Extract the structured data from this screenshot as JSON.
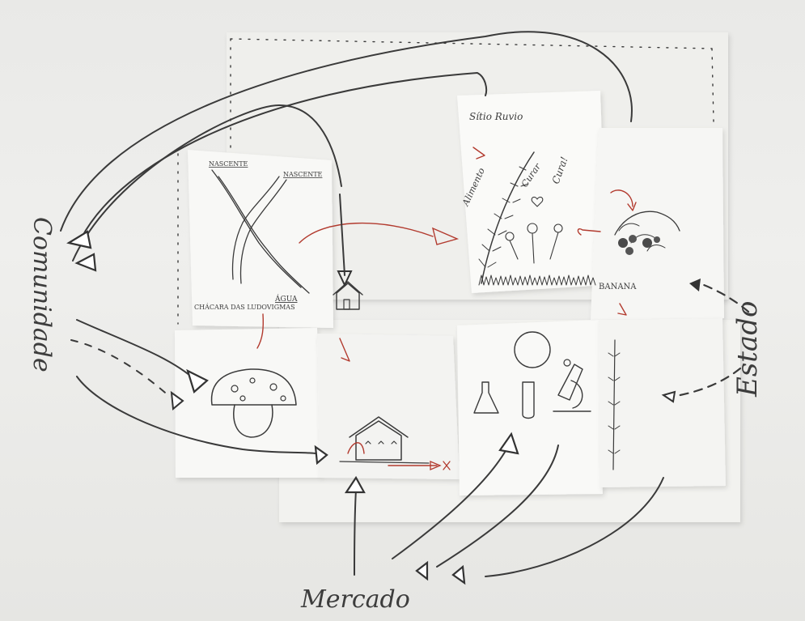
{
  "labels": {
    "community": "Comunidade",
    "state": "Estado",
    "market": "Mercado",
    "farm_name": "CHÁCARA DAS LUDOVIGMAS",
    "water": "ÁGUA",
    "spring_left": "NASCENTE",
    "spring_right": "NASCENTE",
    "site_title": "Sítio Ruvio",
    "crops_note_1": "Alimento",
    "crops_note_2": "Curar",
    "crops_note_3": "Cura!",
    "banana": "BANANA"
  },
  "colors": {
    "paper": "#f7f7f5",
    "background": "#ebebe9",
    "pencil": "#3a3a3a",
    "red_ink": "#b23a2e"
  },
  "nodes": [
    {
      "id": "community",
      "label": "Comunidade"
    },
    {
      "id": "state",
      "label": "Estado"
    },
    {
      "id": "market",
      "label": "Mercado"
    },
    {
      "id": "farm-map",
      "label": "CHÁCARA DAS LUDOVIGMAS"
    },
    {
      "id": "site-crops",
      "label": "Sítio Ruvio"
    },
    {
      "id": "banana-plant",
      "label": "BANANA"
    },
    {
      "id": "mushroom",
      "label": ""
    },
    {
      "id": "house",
      "label": ""
    },
    {
      "id": "laboratory",
      "label": ""
    },
    {
      "id": "sprout-stalk",
      "label": ""
    }
  ]
}
